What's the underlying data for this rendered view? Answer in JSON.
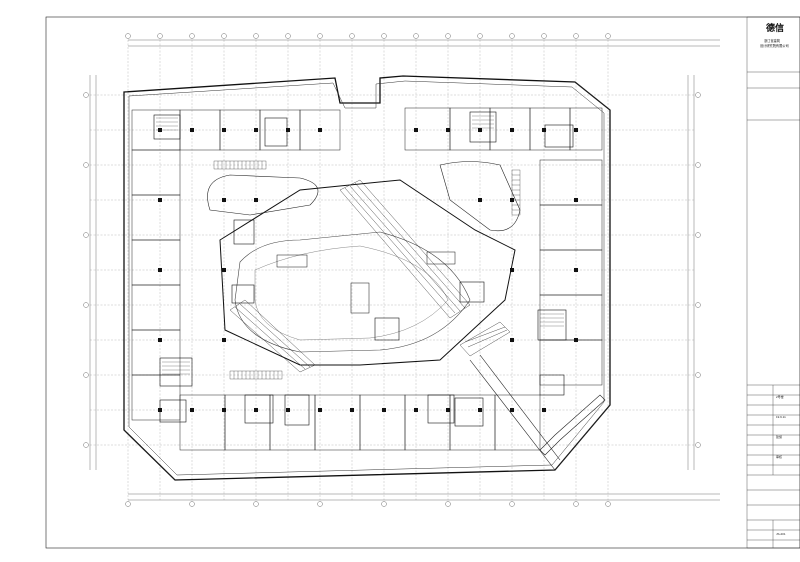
{
  "title_block": {
    "logo_text": "德信",
    "company_name_line1": "浙江省建筑",
    "company_name_line2": "设计研究院有限公司",
    "row_labels": [
      "2号楼",
      "19.9.11",
      "建施",
      "审核"
    ],
    "drawing_number": "JS-201"
  },
  "colors": {
    "background": "#ffffff",
    "line": "#1a1a1a",
    "grid": "#555555"
  }
}
